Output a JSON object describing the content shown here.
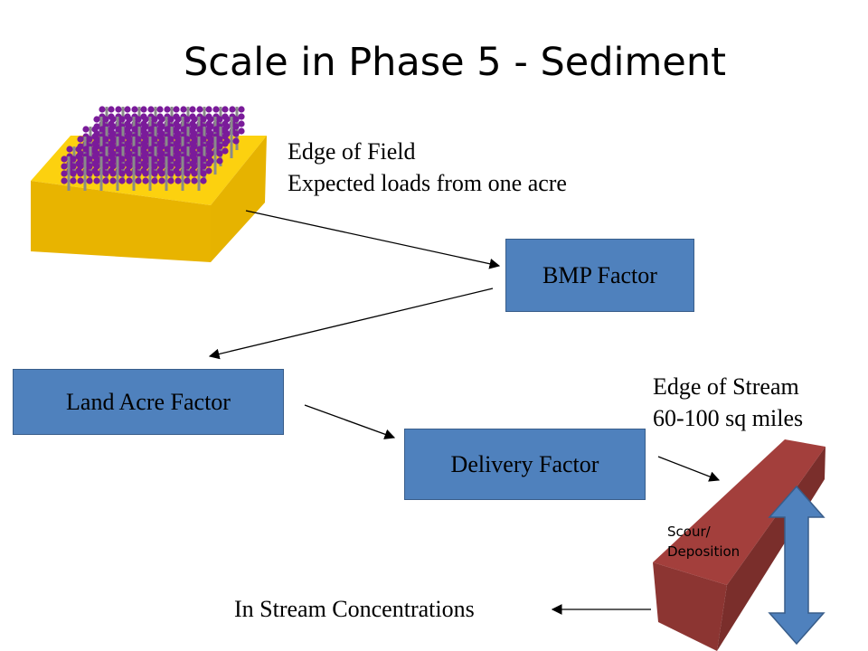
{
  "title": "Scale in Phase 5 - Sediment",
  "edge_of_field": {
    "line1": "Edge of Field",
    "line2": "Expected loads from one acre"
  },
  "boxes": {
    "bmp": "BMP Factor",
    "land_acre": "Land Acre Factor",
    "delivery": "Delivery Factor"
  },
  "edge_of_stream": {
    "line1": "Edge of Stream",
    "line2": "60-100 sq miles"
  },
  "scour": {
    "line1": "Scour/",
    "line2": "Deposition"
  },
  "in_stream": "In Stream Concentrations",
  "colors": {
    "box_fill": "#4f81bd",
    "field_top": "#fcd10f",
    "field_front": "#e8b400",
    "stream": "#a33f3c",
    "plant_stem": "#8a8a8a",
    "plant_dot": "#7a1b9a"
  }
}
